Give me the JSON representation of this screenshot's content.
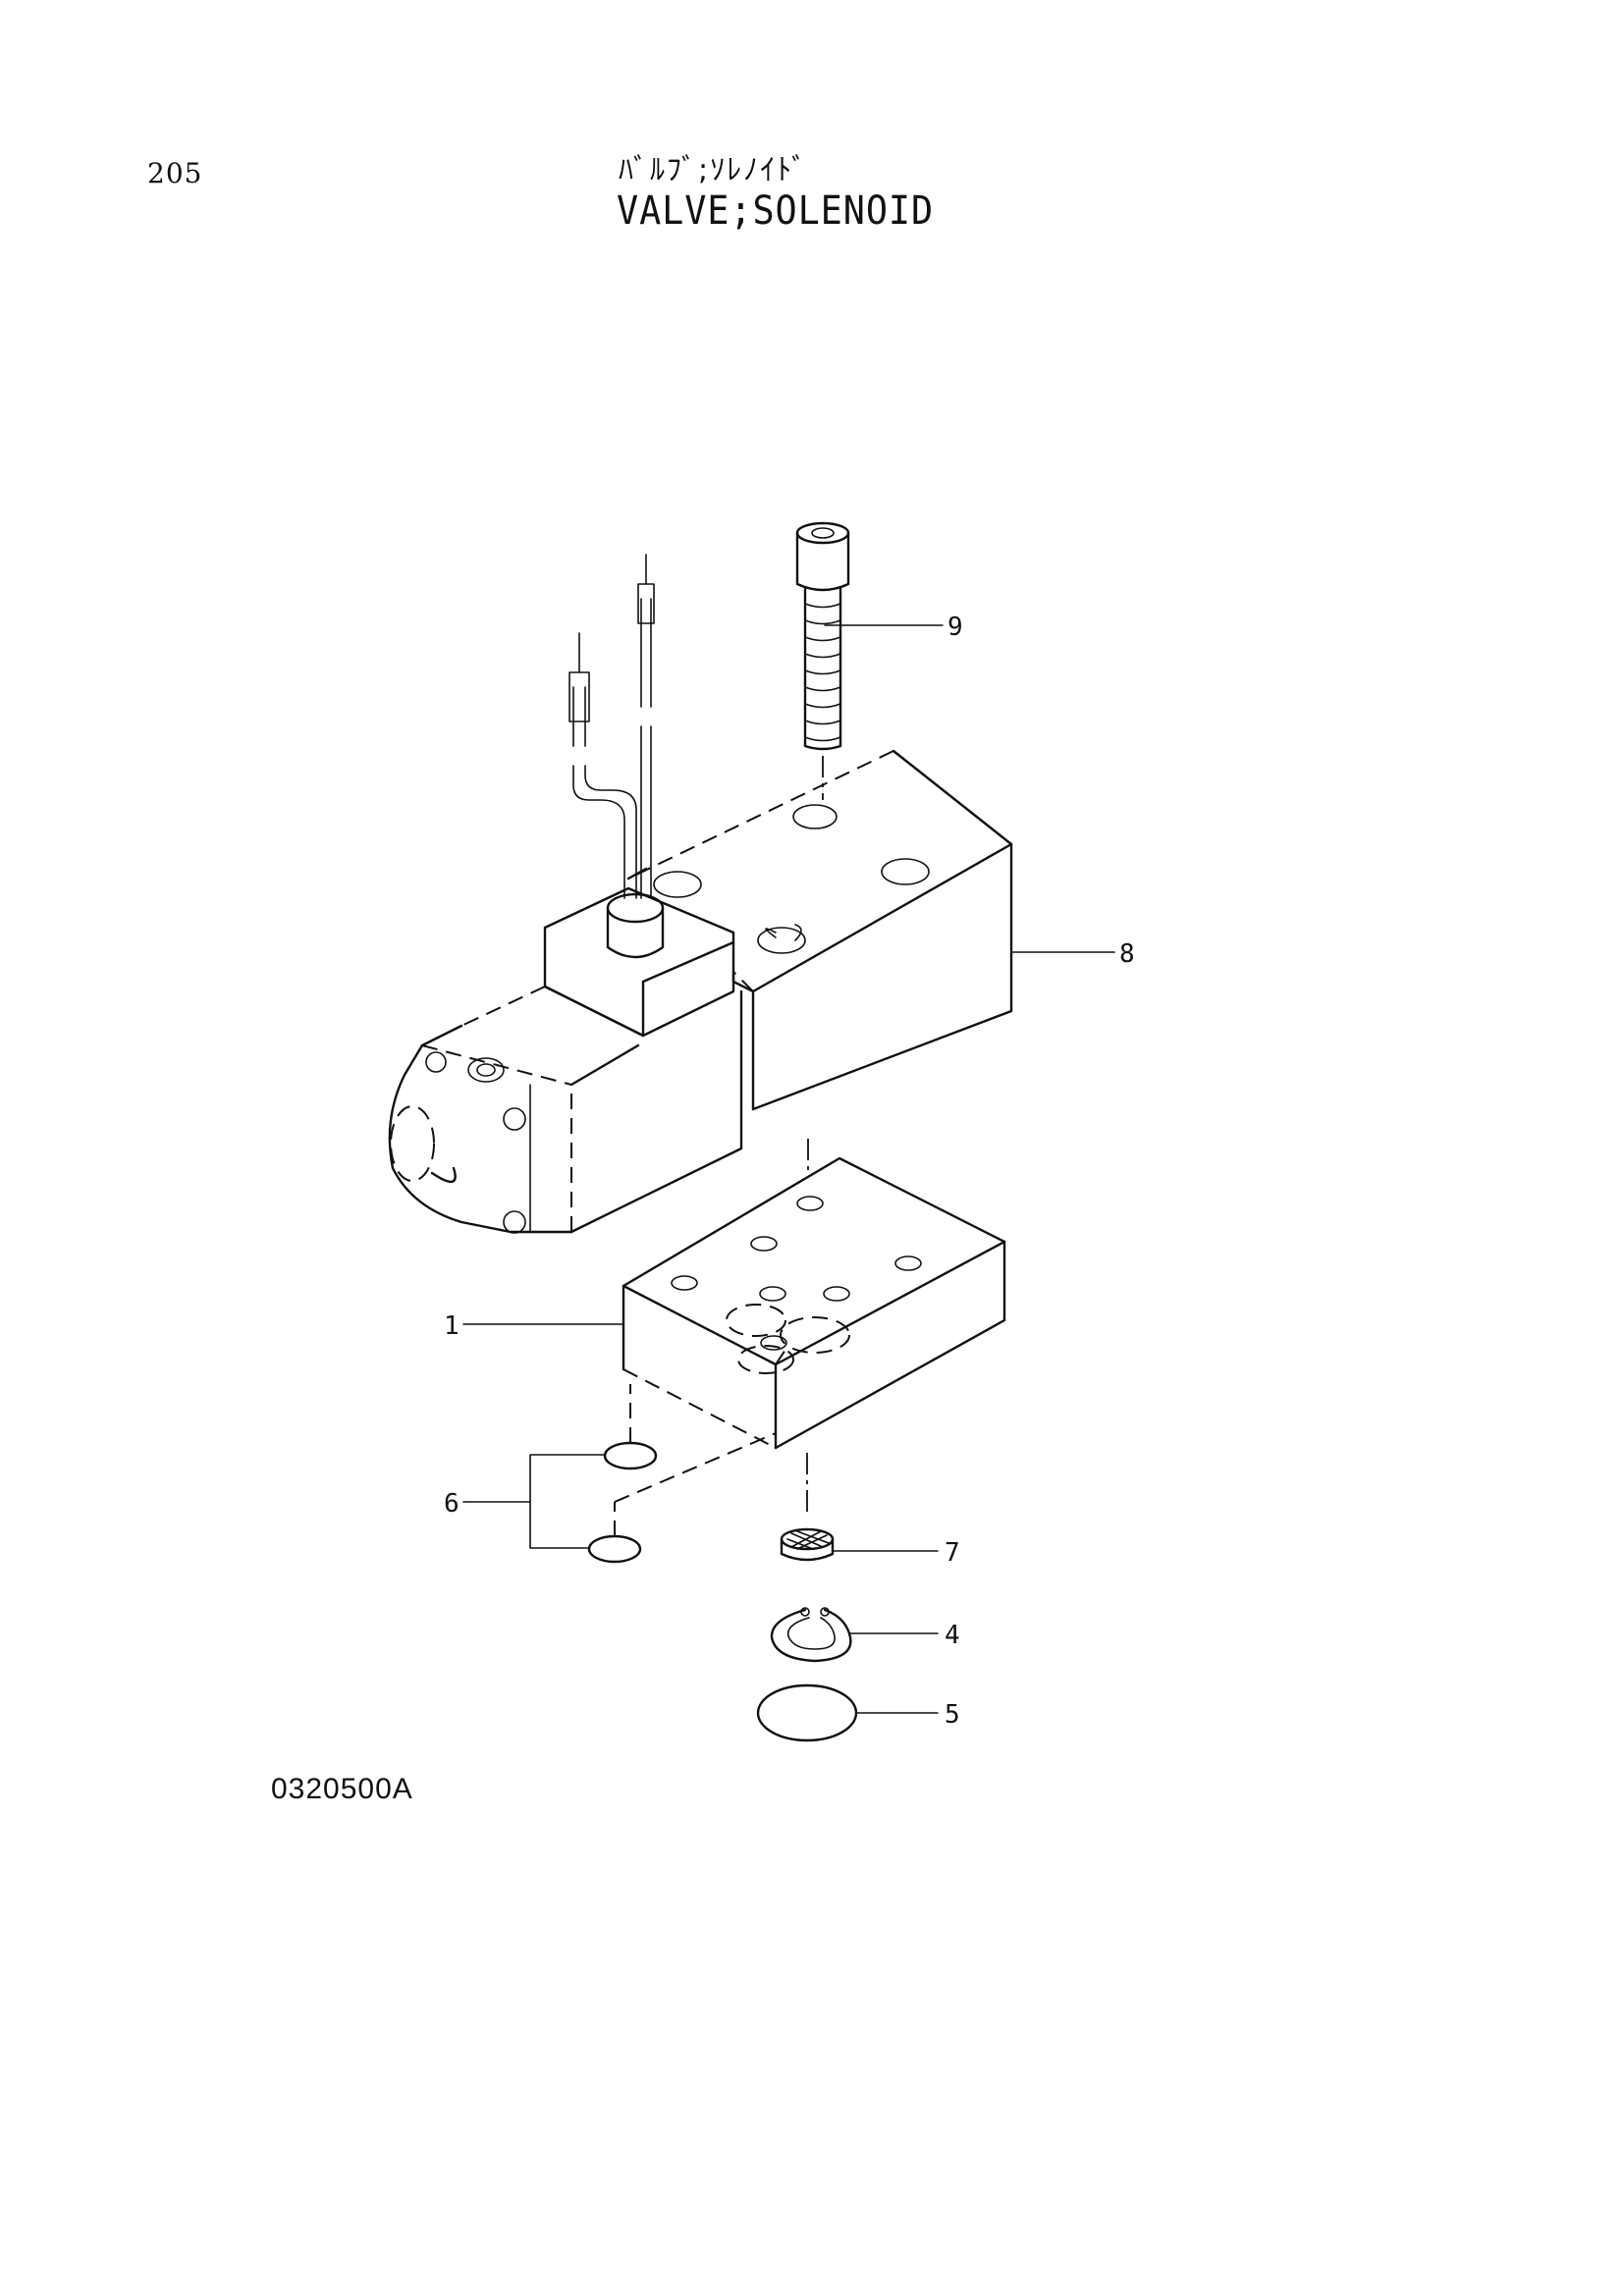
{
  "page_number": "205",
  "title_jp": "ﾊﾞﾙﾌﾞ;ｿﾚﾉｲﾄﾞ",
  "title_en": "VALVE;SOLENOID",
  "figure_code": "0320500A",
  "callouts": [
    {
      "id": "1",
      "label": "1"
    },
    {
      "id": "4",
      "label": "4"
    },
    {
      "id": "5",
      "label": "5"
    },
    {
      "id": "6",
      "label": "6"
    },
    {
      "id": "7",
      "label": "7"
    },
    {
      "id": "8",
      "label": "8"
    },
    {
      "id": "9",
      "label": "9"
    }
  ]
}
